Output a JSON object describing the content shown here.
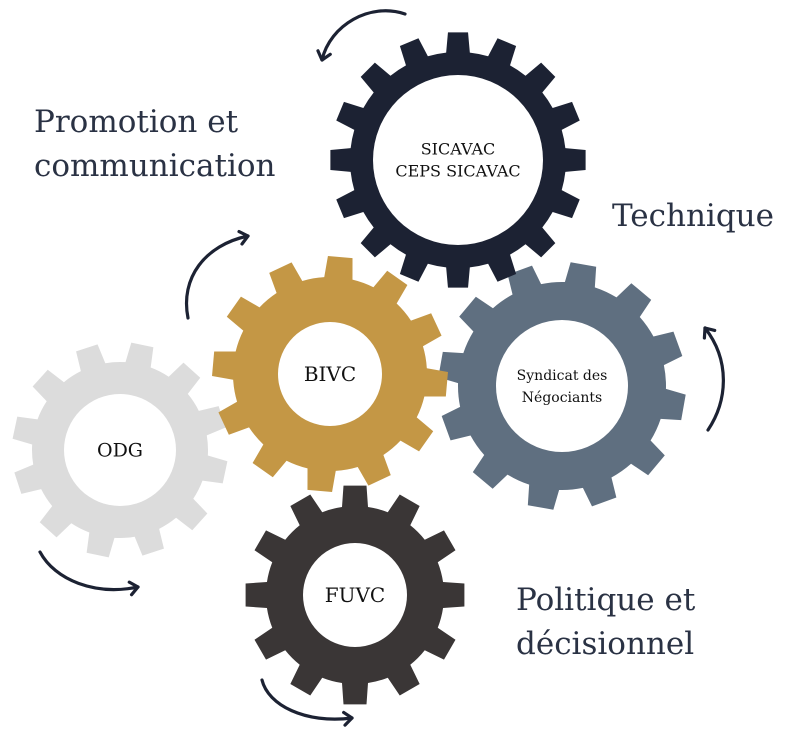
{
  "labels": {
    "promotion": [
      "Promotion et",
      "communication"
    ],
    "technique": [
      "Technique"
    ],
    "politique": [
      "Politique et",
      "décisionnel"
    ]
  },
  "gears": [
    {
      "id": "sicavac",
      "lines": [
        "SICAVAC",
        "CEPS SICAVAC"
      ],
      "color": "#1c2233"
    },
    {
      "id": "syndicat",
      "lines": [
        "Syndicat des",
        "Négociants"
      ],
      "color": "#5f6f80"
    },
    {
      "id": "bivc",
      "lines": [
        "BIVC"
      ],
      "color": "#c49745"
    },
    {
      "id": "odg",
      "lines": [
        "ODG"
      ],
      "color": "#dcdcdc"
    },
    {
      "id": "fuvc",
      "lines": [
        "FUVC"
      ],
      "color": "#3a3636"
    }
  ],
  "arrow_color": "#1c2233"
}
